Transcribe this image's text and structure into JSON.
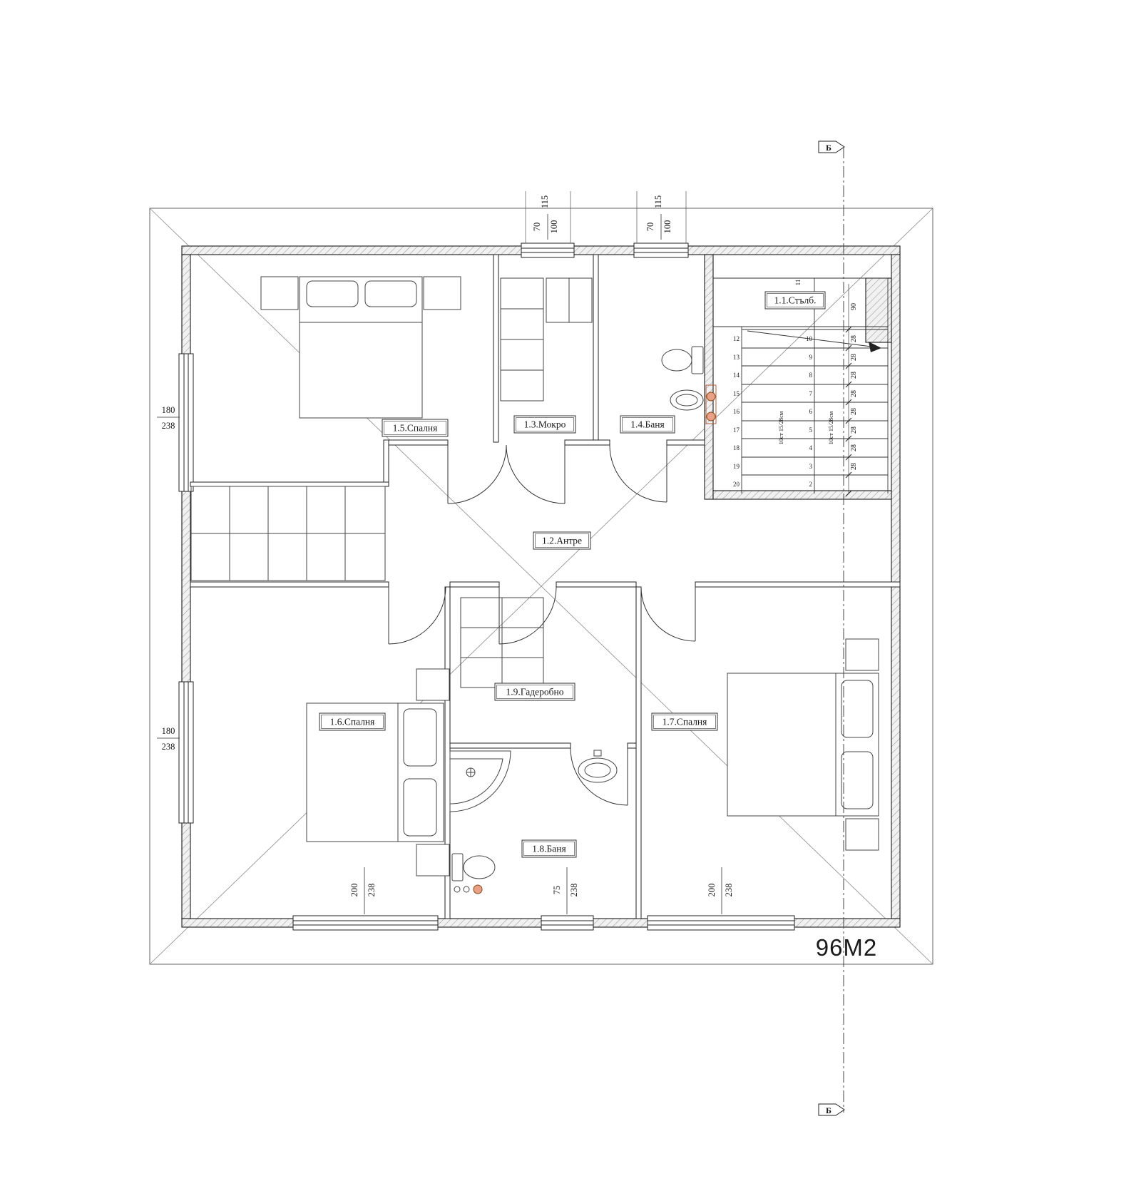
{
  "area_label": "96М2",
  "section_marker": "Б",
  "rooms": {
    "stairs": "1.1.Стълб.",
    "hall": "1.2.Антре",
    "utility": "1.3.Мокро",
    "bath_top": "1.4.Баня",
    "bedroom_nw": "1.5.Спалня",
    "bedroom_sw": "1.6.Спалня",
    "bedroom_se": "1.7.Спалня",
    "bath_bottom": "1.8.Баня",
    "closet": "1.9.Гадеробно"
  },
  "dims": {
    "win_top_len": "115",
    "win_top_w": "70",
    "win_top_h": "100",
    "win_left_w": "180",
    "win_left_h": "238",
    "win_bottom_wide_w": "200",
    "win_bottom_narrow_w": "75",
    "win_bottom_h": "238"
  },
  "stairs": {
    "flight_width": "90",
    "tread_depth": "28",
    "first_step": "11",
    "note": "10ст 15/28см",
    "left_numbers": [
      "12",
      "13",
      "14",
      "15",
      "16",
      "17",
      "18",
      "19",
      "20"
    ],
    "right_numbers": [
      "10",
      "9",
      "8",
      "7",
      "6",
      "5",
      "4",
      "3",
      "2"
    ]
  }
}
